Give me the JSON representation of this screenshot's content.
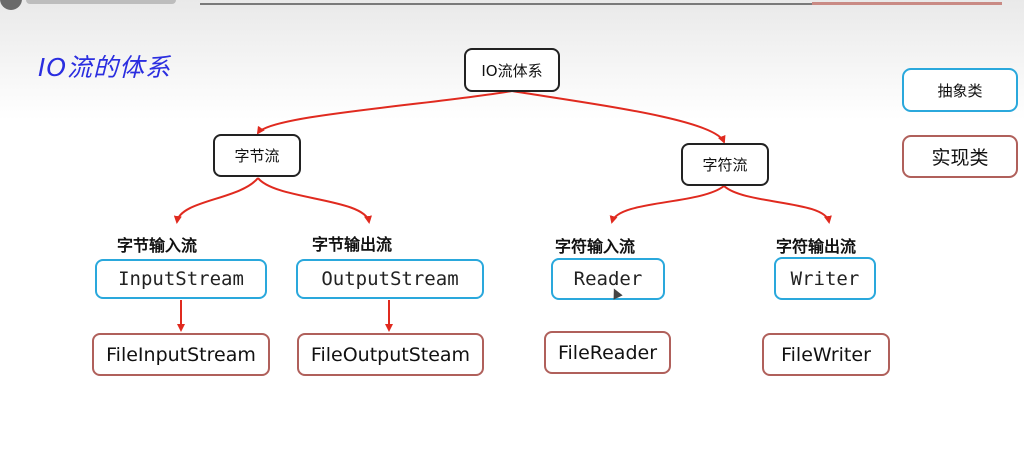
{
  "page_title": "IO流的体系",
  "root": "IO流体系",
  "categories": {
    "byte_stream": "字节流",
    "char_stream": "字符流"
  },
  "flows": {
    "byte_input": "字节输入流",
    "byte_output": "字节输出流",
    "char_input": "字符输入流",
    "char_output": "字符输出流"
  },
  "abstract_classes": {
    "input_stream": "InputStream",
    "output_stream": "OutputStream",
    "reader": "Reader",
    "writer": "Writer"
  },
  "implementation_classes": {
    "file_input_stream": "FileInputStream",
    "file_output_steam": "FileOutputSteam",
    "file_reader": "FileReader",
    "file_writer": "FileWriter"
  },
  "legend": {
    "abstract": "抽象类",
    "implementation": "实现类"
  },
  "colors": {
    "abstract_border": "#2aa8dc",
    "implementation_border": "#b0605b",
    "arrow": "#e02a1f",
    "title": "#2b2ee0"
  }
}
